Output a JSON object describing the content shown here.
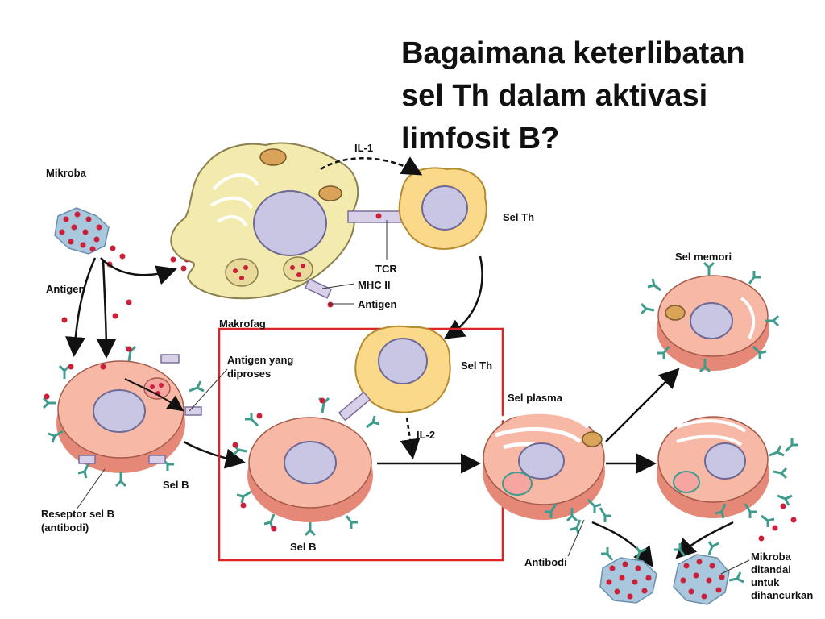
{
  "title": {
    "line1": "Bagaimana keterlibatan",
    "line2": "sel Th dalam aktivasi",
    "line3": "limfosit B?"
  },
  "labels": {
    "mikroba": "Mikroba",
    "antigen_left": "Antigen",
    "il1": "IL-1",
    "sel_th_top": "Sel Th",
    "tcr": "TCR",
    "mhc2": "MHC II",
    "antigen_mac": "Antigen",
    "makrofag": "Makrofag",
    "antigen_diproses_1": "Antigen yang",
    "antigen_diproses_2": "diproses",
    "sel_th_box": "Sel Th",
    "il2": "IL-2",
    "sel_b_left": "Sel B",
    "sel_b_box": "Sel B",
    "reseptor_1": "Reseptor sel B",
    "reseptor_2": "(antibodi)",
    "sel_plasma": "Sel plasma",
    "sel_memori": "Sel memori",
    "antibodi": "Antibodi",
    "mikroba_ditandai_1": "Mikroba",
    "mikroba_ditandai_2": "ditandai",
    "mikroba_ditandai_3": "untuk",
    "mikroba_ditandai_4": "dihancurkan"
  },
  "colors": {
    "macrophage": "#f3eaae",
    "nucleus": "#c9c6e4",
    "th_cell": "#fbd98a",
    "b_cell": "#f7b8a6",
    "b_cell_side": "#e68878",
    "antibody": "#3f9c8c",
    "antigen_dot": "#cc1f3a",
    "highlight_box": "#e02424"
  }
}
